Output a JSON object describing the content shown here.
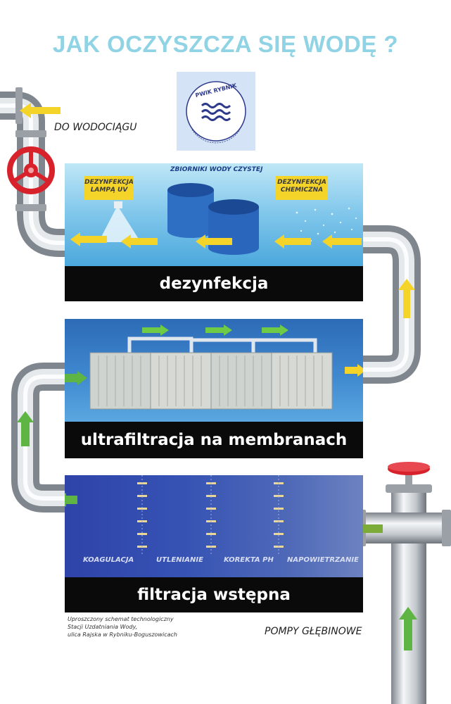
{
  "title": "JAK OCZYSZCZA SIĘ WODĘ ?",
  "logo": {
    "line1": "PWIK RYBNIK"
  },
  "labels": {
    "do_wodociagu": "DO WODOCIĄGU",
    "pompy": "POMPY GŁĘBINOWE"
  },
  "section1": {
    "band": "dezynfekcja",
    "tanks": "ZBIORNIKI WODY CZYSTEJ",
    "uv_line1": "DEZYNFEKCJA",
    "uv_line2": "LAMPĄ UV",
    "chem_line1": "DEZYNFEKCJA",
    "chem_line2": "CHEMICZNA"
  },
  "section2": {
    "band": "ultrafiltracja na membranach"
  },
  "section3": {
    "band": "filtracja wstępna",
    "stages": [
      "KOAGULACJA",
      "UTLENIANIE",
      "KOREKTA PH",
      "NAPOWIETRZANIE"
    ]
  },
  "caption": {
    "line1": "Uproszczony schemat technologiczny",
    "line2": "Stacji Uzdatniania Wody,",
    "line3": "ulica Rajska w Rybniku-Boguszowicach"
  },
  "colors": {
    "title": "#8fd3e4",
    "arrow_yellow": "#f5d42a",
    "arrow_green": "#5fb544",
    "valve_red": "#d8222b",
    "band_black": "#0a0a0a"
  }
}
